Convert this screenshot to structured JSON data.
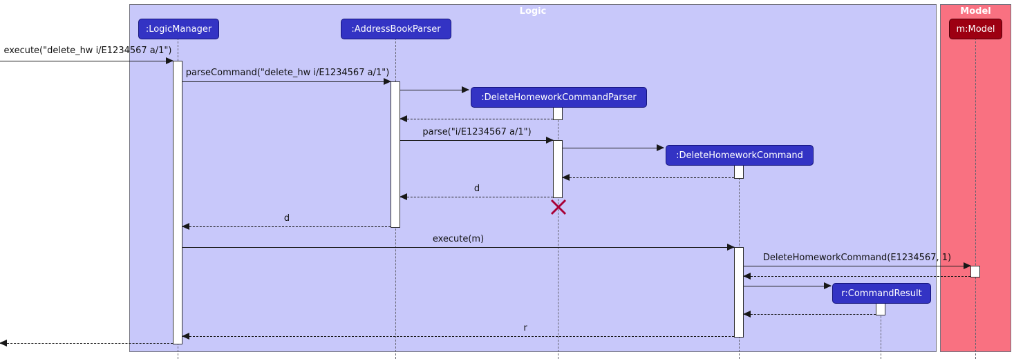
{
  "frames": {
    "logic": {
      "title": "Logic",
      "bg": "#C8C8FA"
    },
    "model": {
      "title": "Model",
      "bg": "#F97181"
    }
  },
  "participants": {
    "logic_manager": {
      "label": ":LogicManager",
      "bg": "#3333C4"
    },
    "address_book_parser": {
      "label": ":AddressBookParser",
      "bg": "#3333C4"
    },
    "delete_homework_command_parser": {
      "label": ":DeleteHomeworkCommandParser",
      "bg": "#3333C4"
    },
    "delete_homework_command": {
      "label": ":DeleteHomeworkCommand",
      "bg": "#3333C4"
    },
    "command_result": {
      "label": "r:CommandResult",
      "bg": "#3333C4"
    },
    "model": {
      "label": "m:Model",
      "bg": "#9D0012"
    }
  },
  "messages": {
    "execute": "execute(\"delete_hw i/E1234567 a/1\")",
    "parse_command": "parseCommand(\"delete_hw i/E1234567 a/1\")",
    "parse": "parse(\"i/E1234567 a/1\")",
    "return_d_parser": "d",
    "return_d_logic": "d",
    "execute_m": "execute(m)",
    "create_command": "DeleteHomeworkCommand(E1234567, 1)",
    "return_r": "r"
  },
  "colors": {
    "logic_frame_bg": "#C8C8FA",
    "model_frame_bg": "#F97181",
    "logic_participant_bg": "#3333C4",
    "model_participant_bg": "#9D0012",
    "destroy_x": "#A80036",
    "arrow": "#181818"
  }
}
